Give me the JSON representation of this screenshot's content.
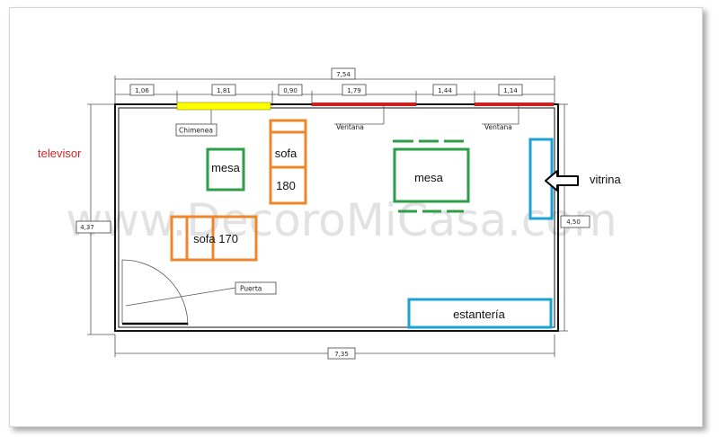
{
  "dimensions": {
    "total_top": "7,54",
    "total_bottom": "7,35",
    "left_height": "4,37",
    "right_height": "4,50",
    "segments": [
      "1,06",
      "1,81",
      "0,90",
      "1,79",
      "1,44",
      "1,14"
    ]
  },
  "labels": {
    "chimenea": "Chimenea",
    "ventana_1": "Ventana",
    "ventana_2": "Ventana",
    "puerta": "Puerta"
  },
  "furniture": {
    "mesa_small": "mesa",
    "sofa_180_line1": "sofa",
    "sofa_180_line2": "180",
    "sofa_170": "sofa  170",
    "mesa_large": "mesa",
    "estanteria": "estantería"
  },
  "annotations": {
    "televisor": "televisor",
    "vitrina": "vitrina"
  },
  "watermark": "www.DecoroMiCasa.com",
  "colors": {
    "fireplace": "#ffff00",
    "window": "#cc1f1f",
    "table": "#2e9e48",
    "sofa": "#f0862a",
    "shelf": "#1aa3d4",
    "televisor_text": "#d42424"
  }
}
